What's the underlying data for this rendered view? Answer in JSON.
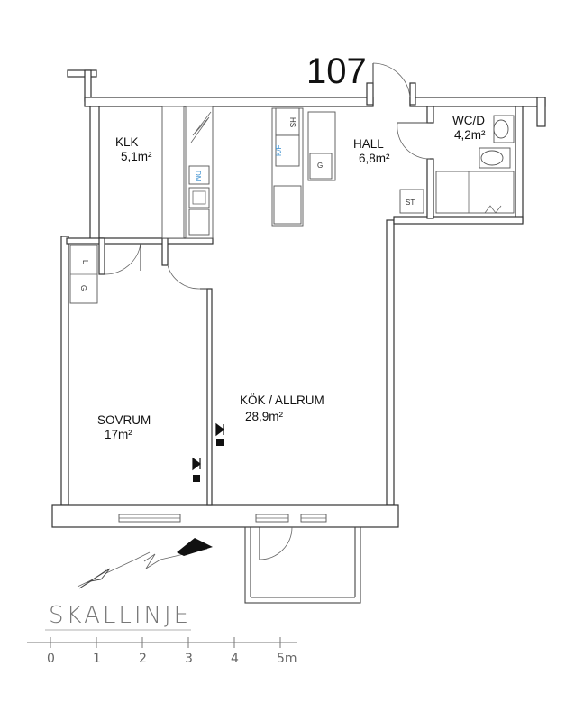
{
  "unit_number": "107",
  "rooms": {
    "klk": {
      "name": "KLK",
      "area": "5,1m²"
    },
    "hall": {
      "name": "HALL",
      "area": "6,8m²"
    },
    "wcd": {
      "name": "WC/D",
      "area": "4,2m²"
    },
    "sovrum": {
      "name": "SOVRUM",
      "area": "17m²"
    },
    "kok": {
      "name": "KÖK / ALLRUM",
      "area": "28,9m²"
    }
  },
  "fixtures": {
    "hs": "HS",
    "kf": "K/F",
    "g_hall": "G",
    "st": "ST",
    "l_bed": "L",
    "g_bed": "G",
    "dm": "DM"
  },
  "scale": {
    "title": "SKALLINJE",
    "ticks": [
      "0",
      "1",
      "2",
      "3",
      "4",
      "5m"
    ]
  }
}
